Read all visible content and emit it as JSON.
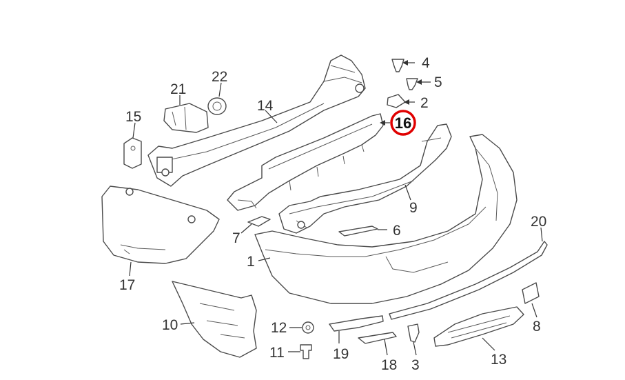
{
  "diagram": {
    "highlight_color": "#e00000",
    "line_color": "#4a4a4a",
    "highlighted_part": "16",
    "labels": {
      "p1": "1",
      "p2": "2",
      "p3": "3",
      "p4": "4",
      "p5": "5",
      "p6": "6",
      "p7": "7",
      "p8": "8",
      "p9": "9",
      "p10": "10",
      "p11": "11",
      "p12": "12",
      "p13": "13",
      "p14": "14",
      "p15": "15",
      "p16": "16",
      "p17": "17",
      "p18": "18",
      "p19": "19",
      "p20": "20",
      "p21": "21",
      "p22": "22"
    }
  }
}
